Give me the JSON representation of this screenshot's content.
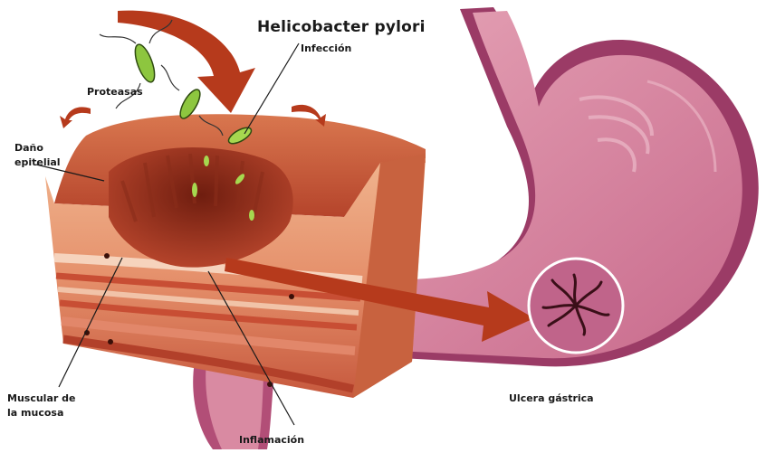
{
  "labels": {
    "title": "Helicobacter pylori",
    "infection": "Infección",
    "proteases": "Proteasas",
    "epithelial_damage_line1": "Daño",
    "epithelial_damage_line2": "epitelial",
    "muscularis_line1": "Muscular de",
    "muscularis_line2": "la mucosa",
    "inflammation": "Inflamación",
    "gastric_ulcer": "Ulcera gástrica"
  },
  "colors": {
    "stomach_outer": "#9b3b66",
    "stomach_inner": "#d98aa2",
    "tissue_top": "#c8553a",
    "tissue_layers": "#e7a27e",
    "crater": "#8e2b18",
    "arrow": "#b63a1c",
    "bacteria": "#8dc63f",
    "ulcer_ring": "#ffffff"
  }
}
